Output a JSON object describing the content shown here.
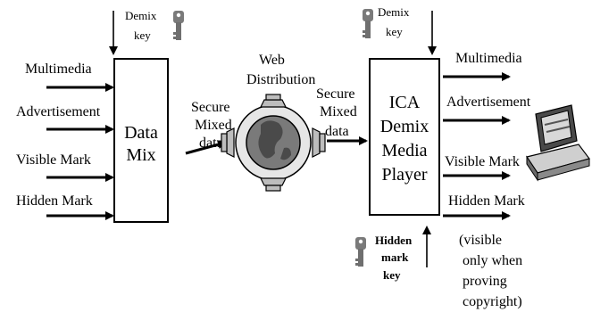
{
  "left_inputs": [
    "Multimedia",
    "Advertisement",
    "Visible Mark",
    "Hidden Mark"
  ],
  "demix_key_left": [
    "Demix",
    "key"
  ],
  "data_mix": [
    "Data",
    "Mix"
  ],
  "secure_left": [
    "Secure",
    "Mixed",
    "data"
  ],
  "web_distribution": [
    "Web",
    "Distribution"
  ],
  "secure_right": [
    "Secure",
    "Mixed",
    "data"
  ],
  "demix_key_right": [
    "Demix",
    "key"
  ],
  "player": [
    "ICA",
    "Demix",
    "Media",
    "Player"
  ],
  "right_outputs": [
    "Multimedia",
    "Advertisement",
    "Visible Mark",
    "Hidden Mark"
  ],
  "hidden_mark_key": [
    "Hidden",
    "mark",
    "key"
  ],
  "note": [
    "(visible",
    "only when",
    "proving",
    "copyright)"
  ],
  "icons": [
    "key-icon",
    "globe-icon",
    "computer-icon"
  ],
  "colors": {
    "line": "#000000",
    "key": "#6f6f6f",
    "globe": "#7a7a7a"
  }
}
